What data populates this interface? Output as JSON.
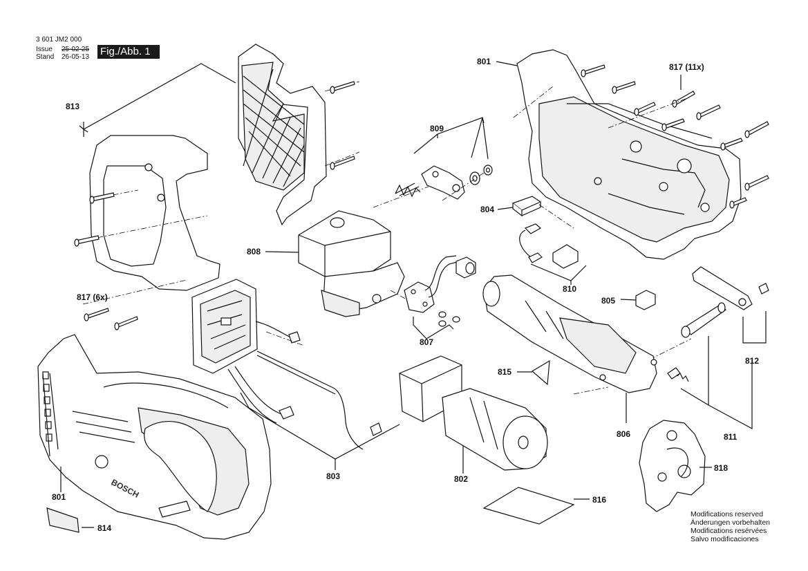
{
  "header": {
    "doc_number": "3 601 JM2 000",
    "issue_label": "Issue",
    "issue_date": "25-02-25",
    "stand_label": "Stand",
    "stand_date": "26-05-13",
    "figure_label": "Fig./Abb. 1"
  },
  "part_labels": {
    "p801_top": "801",
    "p817_11x": "817 (11x)",
    "p813": "813",
    "p809": "809",
    "p804": "804",
    "p808": "808",
    "p810": "810",
    "p805": "805",
    "p817_6x": "817 (6x)",
    "p807": "807",
    "p812": "812",
    "p815": "815",
    "p806": "806",
    "p803": "803",
    "p811": "811",
    "p802": "802",
    "p818": "818",
    "p801_bottom": "801",
    "p816": "816",
    "p814": "814"
  },
  "notes": {
    "line1": "Modifications reserved",
    "line2": "Änderungen vorbehalten",
    "line3": "Modifications resérvées",
    "line4": "Salvo modificaciones"
  },
  "brand_on_housing": "BOSCH"
}
